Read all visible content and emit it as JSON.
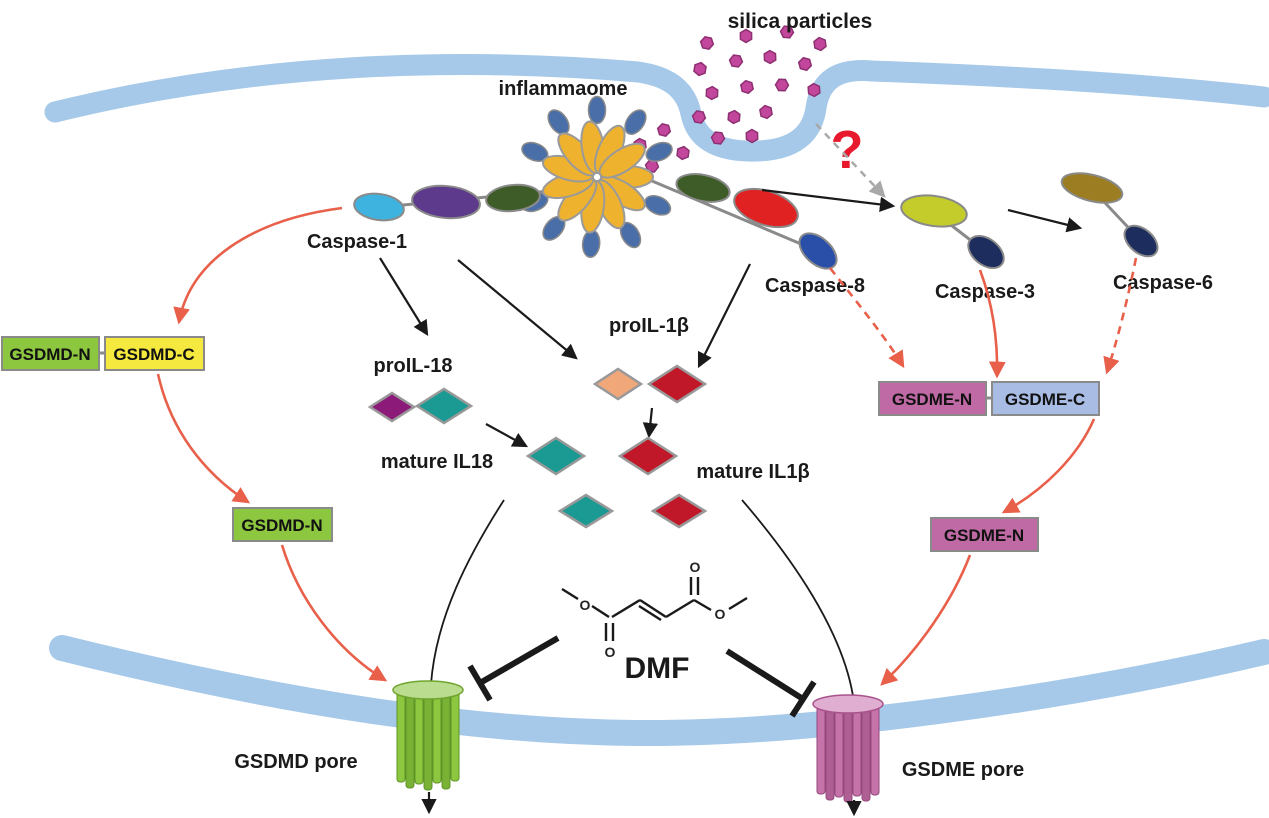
{
  "figure": {
    "labels": {
      "silica_particles": "silica particles",
      "inflammasome": "inflammaome",
      "caspase1": "Caspase-1",
      "caspase8": "Caspase-8",
      "caspase3": "Caspase-3",
      "caspase6": "Caspase-6",
      "question_mark": "?",
      "proil18": "proIL-18",
      "proil1b": "proIL-1β",
      "mature_il18": "mature IL18",
      "mature_il1b": "mature IL1β",
      "gsdmd_n": "GSDMD-N",
      "gsdmd_c": "GSDMD-C",
      "gsdmd_n_cleaved": "GSDMD-N",
      "gsdme_n": "GSDME-N",
      "gsdme_c": "GSDME-C",
      "gsdme_n_cleaved": "GSDME-N",
      "dmf": "DMF",
      "oxygen": "O",
      "gsdmd_pore": "GSDMD pore",
      "gsdme_pore": "GSDME pore"
    },
    "colors": {
      "membrane": "#a6c9e9",
      "silica_particle": "#c2479c",
      "inflammasome_petal": "#eeb22e",
      "inflammasome_oval": "#4a6fa8",
      "caspase1_card": "#3fb3e0",
      "caspase1_body": "#5e3a8c",
      "adaptor_green": "#3d5c28",
      "caspase8_body": "#e02222",
      "caspase8_small": "#2a4fa8",
      "caspase3_body": "#c3cc2a",
      "caspase_navy": "#1c2d5e",
      "caspase6_body": "#9c7d22",
      "gsdmd_n": "#8dc63f",
      "gsdmd_c": "#f5e93f",
      "gsdme_n": "#c06aa5",
      "gsdme_c": "#a9bce4",
      "il18": "#1a9a92",
      "il18_prodomain": "#8c1a78",
      "il1b": "#c01828",
      "il1b_prodomain": "#f0a87a",
      "activation_arrow": "#e8604a",
      "question_mark": "#e8192c",
      "gsdmd_pore": "#8dc63f",
      "gsdme_pore": "#c573a8"
    }
  }
}
